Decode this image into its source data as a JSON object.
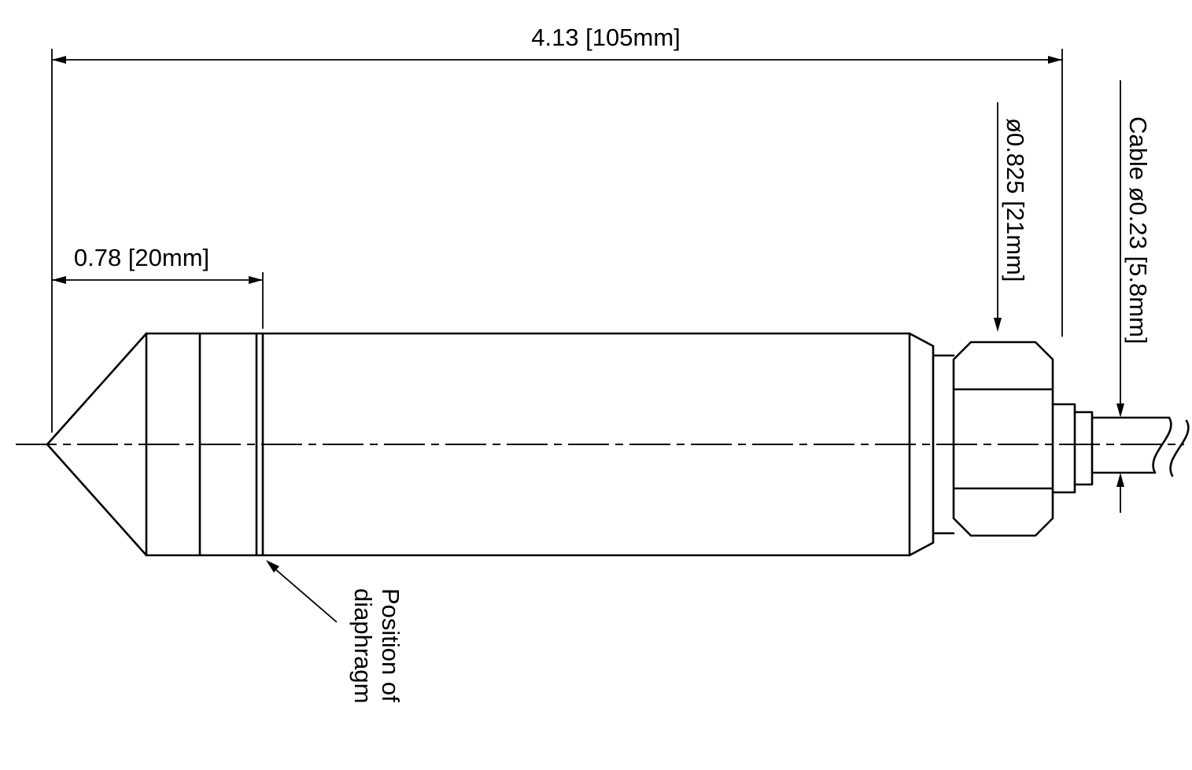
{
  "page": {
    "background": "#ffffff",
    "line_color": "#000000"
  },
  "labels": {
    "overall_length": "4.13 [105mm]",
    "tip_length": "0.78 [20mm]",
    "body_diameter": "ø0.825 [21mm]",
    "cable": "Cable ø0.23 [5.8mm]",
    "diaphragm_line1": "Position of",
    "diaphragm_line2": "diaphragm"
  }
}
